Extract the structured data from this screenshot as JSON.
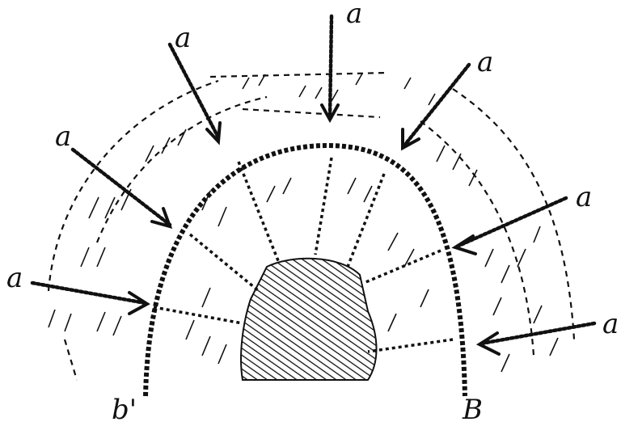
{
  "labels": {
    "arrow_label": "a",
    "base_left": "b'",
    "base_right": "B"
  }
}
